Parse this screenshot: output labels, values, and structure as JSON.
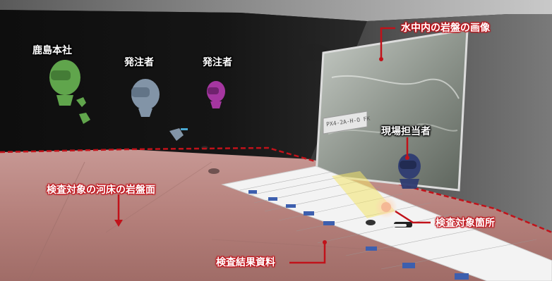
{
  "labels": {
    "kashima_hq": "鹿島本社",
    "client_1": "発注者",
    "client_2": "発注者",
    "underwater_image": "水中内の岩盤の画像",
    "site_staff": "現場担当者",
    "riverbed_surface": "検査対象の河床の岩盤面",
    "inspection_spot": "検査対象箇所",
    "inspection_docs": "検査結果資料"
  },
  "photo_tag": "PX4-2A-H-O FK",
  "colors": {
    "callout_red": "#c1121a",
    "floor": "#b8817c",
    "wall": "#151515",
    "avatar_green": "#6fbf57",
    "avatar_blue": "#8fa3b8",
    "avatar_purple": "#b53ab0",
    "avatar_navy": "#2f3c72"
  },
  "icons": [
    "avatar-green-icon",
    "avatar-blue-icon",
    "avatar-purple-icon",
    "avatar-navy-icon",
    "hand-icon",
    "down-arrow-icon"
  ]
}
